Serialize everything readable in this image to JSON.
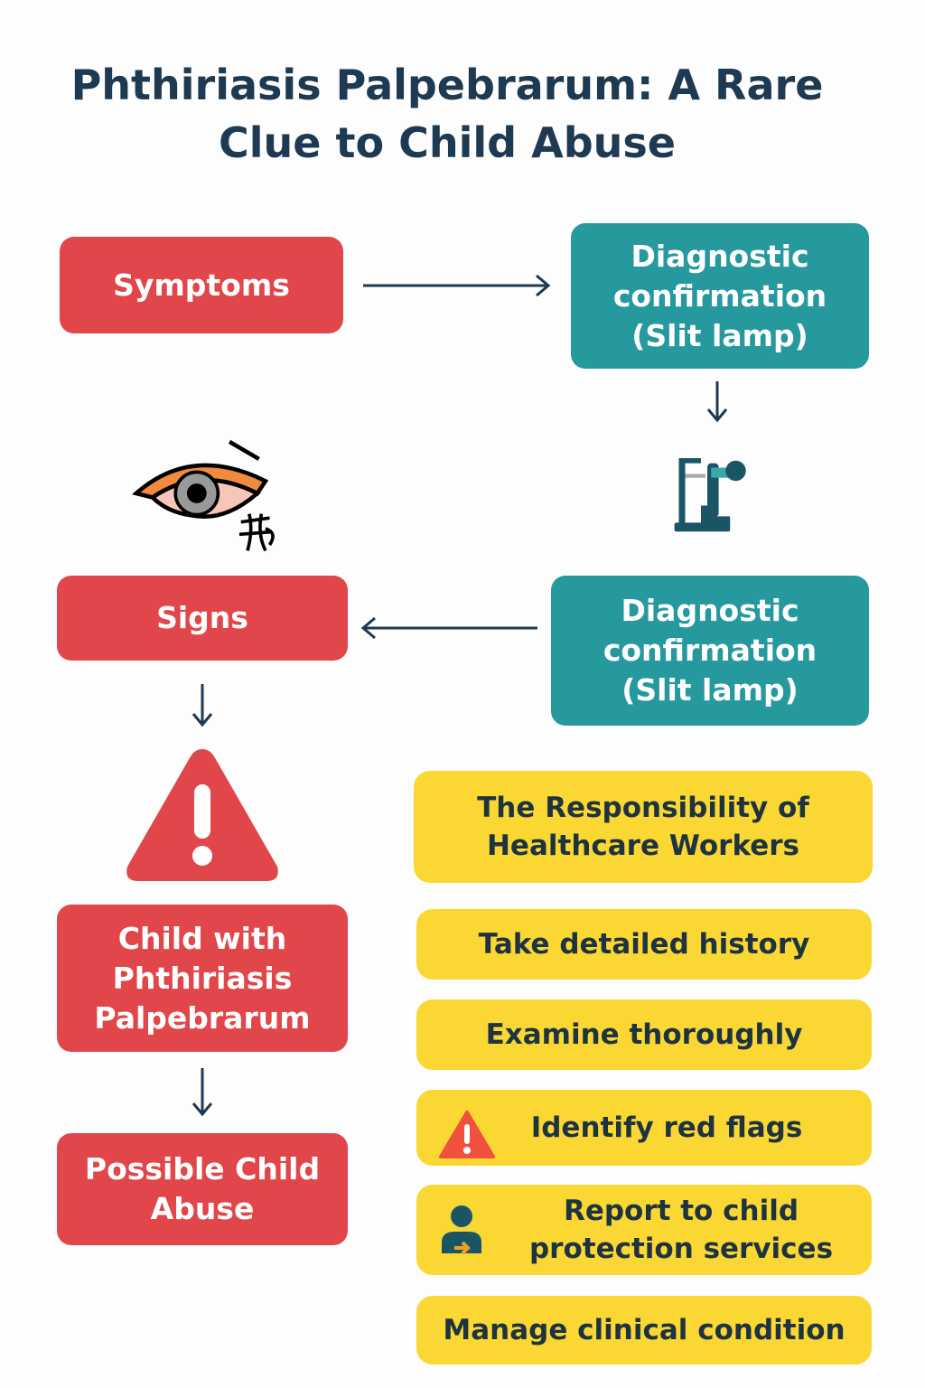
{
  "title": "Phthiriasis Palpebrarum: A Rare Clue to Child Abuse",
  "flow": {
    "symptoms": "Symptoms",
    "diag1": "Diagnostic confirmation (Slit lamp)",
    "diag2": "Diagnostic confirmation (Slit lamp)",
    "signs": "Signs",
    "child": "Child with Phthiriasis Palpebrarum",
    "abuse": "Possible Child Abuse"
  },
  "responsibility": {
    "heading": "The Responsibility of Healthcare Workers",
    "items": [
      "Take detailed history",
      "Examine thoroughly",
      "Identify red flags",
      "Report to child protection services",
      "Manage clinical condition"
    ]
  },
  "colors": {
    "red": "#e0464a",
    "teal": "#26999f",
    "yellow": "#fbd733",
    "navy": "#1d3a52"
  }
}
